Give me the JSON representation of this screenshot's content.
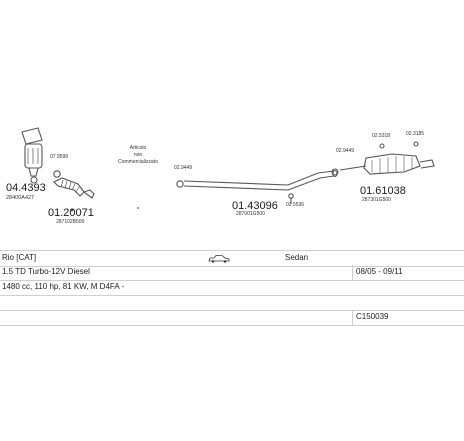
{
  "parts": {
    "p1": {
      "code": "04.4393",
      "pn": "28400A427"
    },
    "p2": {
      "code": "01.20071",
      "pn": "287102B500",
      "small": "07.9599"
    },
    "p3": {
      "code": "01.43096",
      "pn": "287001G500",
      "small_a": "02.9449",
      "small_b": "02.5536"
    },
    "p4": {
      "code": "01.61038",
      "pn": "287301G500",
      "small_a": "02.9449",
      "small_b": "02.5318",
      "small_c": "02.3185"
    }
  },
  "notice": {
    "line1": "Articolo",
    "line2": "non",
    "line3": "Commercializzato"
  },
  "vehicle": {
    "model": "Rio [CAT]",
    "body": "Sedan",
    "engine": "1.5 TD Turbo-12V Diesel",
    "years": "08/05 - 09/11",
    "specs": "1480 cc, 110 hp, 81 KW, M D4FA -",
    "ref": "C150039"
  },
  "icons": {
    "car": "sedan-car-icon"
  }
}
